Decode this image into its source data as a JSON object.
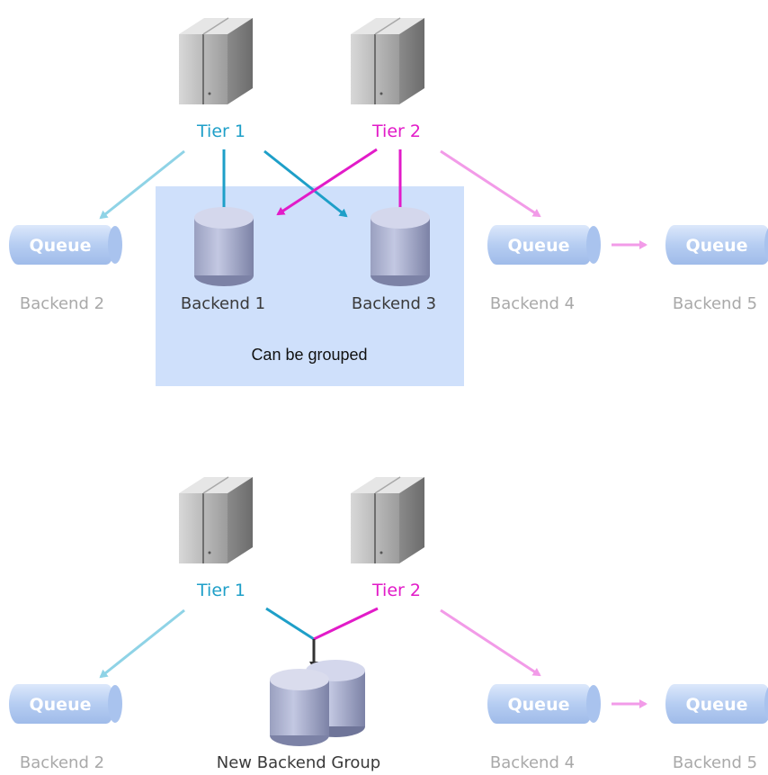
{
  "top": {
    "tier1": "Tier 1",
    "tier2": "Tier 2",
    "queue": "Queue",
    "backend1": "Backend 1",
    "backend2": "Backend 2",
    "backend3": "Backend 3",
    "backend4": "Backend 4",
    "backend5": "Backend 5",
    "group_note": "Can be grouped"
  },
  "bottom": {
    "tier1": "Tier 1",
    "tier2": "Tier 2",
    "queue": "Queue",
    "backend2": "Backend 2",
    "backend4": "Backend 4",
    "backend5": "Backend 5",
    "new_group": "New Backend Group"
  },
  "colors": {
    "tier1": "#1e9fc8",
    "tier2": "#e21bc8",
    "tier1_light": "#8fd3e6",
    "tier2_light": "#f29be8",
    "group_box": "#cfe0fb",
    "queue": "#b9d1f3",
    "queue_text": "#ffffff",
    "merge_arrow": "#333333"
  },
  "icons": {
    "server": "server-box-icon",
    "database": "database-cylinder-icon",
    "queue": "queue-pipe-icon",
    "group_database": "grouped-database-icon"
  }
}
